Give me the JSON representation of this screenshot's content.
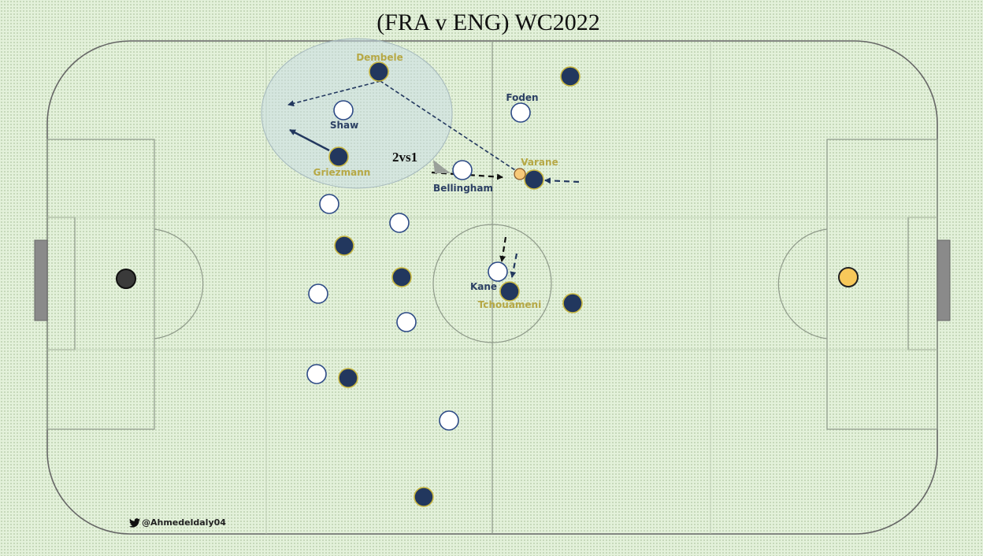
{
  "title": "(FRA v ENG) WC2022",
  "annotation": "2vs1",
  "credit": "@Ahmedeldaly04",
  "colors": {
    "france": "#22375e",
    "france_outline": "#c7b640",
    "england": "#ffffff",
    "england_outline": "#2d4a86",
    "label_gold": "#b6a845",
    "label_navy": "#2b3f63",
    "pitch_line": "#8f9a8a",
    "highlight_zone": "rgba(200,220,225,0.45)"
  },
  "labels": {
    "dembele": "Dembele",
    "shaw": "Shaw",
    "griezmann": "Griezmann",
    "foden": "Foden",
    "varane": "Varane",
    "bellingham": "Bellingham",
    "kane": "Kane",
    "tchouameni": "Tchouameni"
  },
  "icons": [
    "twitter-bird-icon",
    "ball-icon",
    "goal-icon"
  ]
}
